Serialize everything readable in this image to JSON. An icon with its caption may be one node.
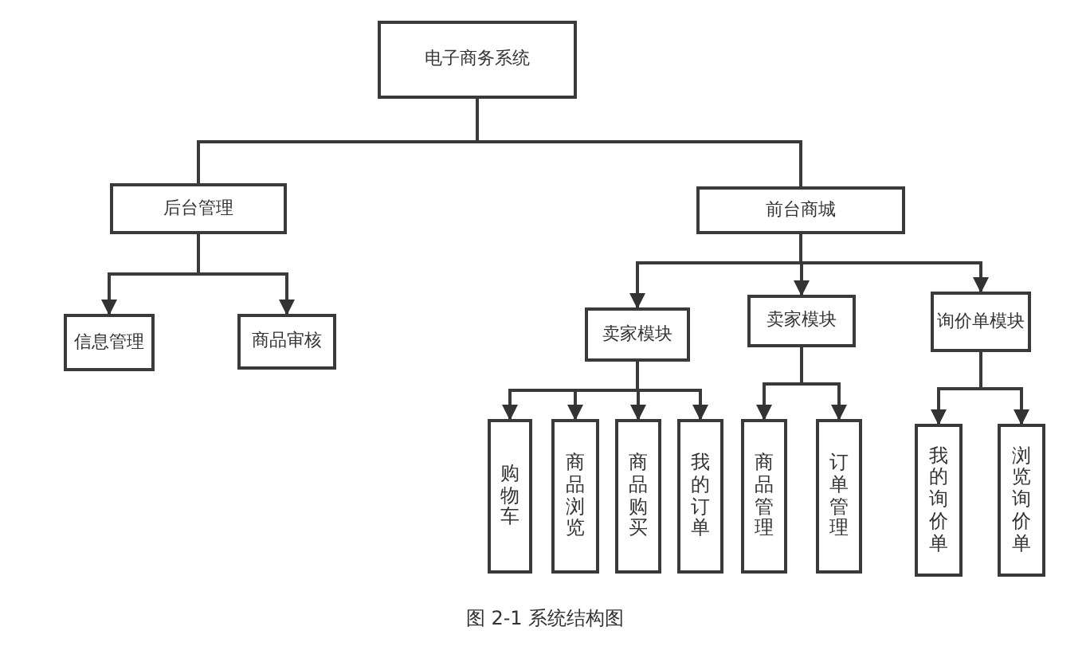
{
  "diagram": {
    "caption": "图 2-1 系统结构图",
    "nodes": [
      {
        "text": [
          "电子商务系统"
        ]
      },
      {
        "text": [
          "后台管理"
        ]
      },
      {
        "text": [
          "前台商城"
        ]
      },
      {
        "text": [
          "信息管理"
        ]
      },
      {
        "text": [
          "商品审核"
        ]
      },
      {
        "text": [
          "卖家模块"
        ]
      },
      {
        "text": [
          "卖家模块"
        ]
      },
      {
        "text": [
          "询价单模块"
        ]
      },
      {
        "text": [
          "购物车"
        ]
      },
      {
        "text": [
          "商品浏览"
        ]
      },
      {
        "text": [
          "商品购买"
        ]
      },
      {
        "text": [
          "我的订单"
        ]
      },
      {
        "text": [
          "商品管理"
        ]
      },
      {
        "text": [
          "订单管理"
        ]
      },
      {
        "text": [
          "我的询价单"
        ]
      },
      {
        "text": [
          "浏览询价单"
        ]
      }
    ],
    "edges": [
      {
        "from": 0,
        "to": 1,
        "arrow": "none"
      },
      {
        "from": 0,
        "to": 2,
        "arrow": "none"
      },
      {
        "from": 1,
        "to": 3,
        "arrow": "to"
      },
      {
        "from": 1,
        "to": 4,
        "arrow": "to"
      },
      {
        "from": 2,
        "to": 5,
        "arrow": "to"
      },
      {
        "from": 2,
        "to": 6,
        "arrow": "to"
      },
      {
        "from": 2,
        "to": 7,
        "arrow": "to"
      },
      {
        "from": 5,
        "to": 8,
        "arrow": "to"
      },
      {
        "from": 5,
        "to": 9,
        "arrow": "to"
      },
      {
        "from": 5,
        "to": 10,
        "arrow": "to"
      },
      {
        "from": 5,
        "to": 11,
        "arrow": "to"
      },
      {
        "from": 6,
        "to": 12,
        "arrow": "to"
      },
      {
        "from": 6,
        "to": 13,
        "arrow": "to"
      },
      {
        "from": 7,
        "to": 14,
        "arrow": "to"
      },
      {
        "from": 7,
        "to": 15,
        "arrow": "to"
      }
    ]
  }
}
